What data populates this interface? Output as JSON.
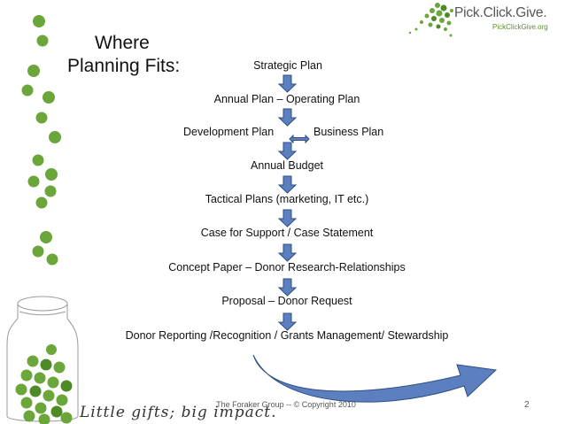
{
  "slide": {
    "title_line1": "Where",
    "title_line2": "Planning Fits:",
    "steps": [
      "Strategic Plan",
      "Annual Plan – Operating Plan",
      "Development Plan",
      "Business Plan",
      "Annual Budget",
      "Tactical Plans (marketing, IT etc.)",
      "Case for Support / Case Statement",
      "Concept Paper – Donor Research-Relationships",
      "Proposal – Donor Request",
      "Donor Reporting /Recognition / Grants Management/ Stewardship"
    ],
    "footer": "The Foraker Group -- © Copyright 2010",
    "page_number": "2"
  },
  "branding": {
    "logo_name": "Pick.Click.Give.",
    "logo_url": "PickClickGive.org",
    "tagline": "Little gifts; big impact.",
    "logo_icon": "pea-cluster-icon",
    "jar_icon": "jar-icon"
  },
  "colors": {
    "arrow_fill": "#5b7fbf",
    "arrow_stroke": "#2f4f86",
    "pea_green": "#6aa63a",
    "pea_dark": "#4e8a26"
  }
}
